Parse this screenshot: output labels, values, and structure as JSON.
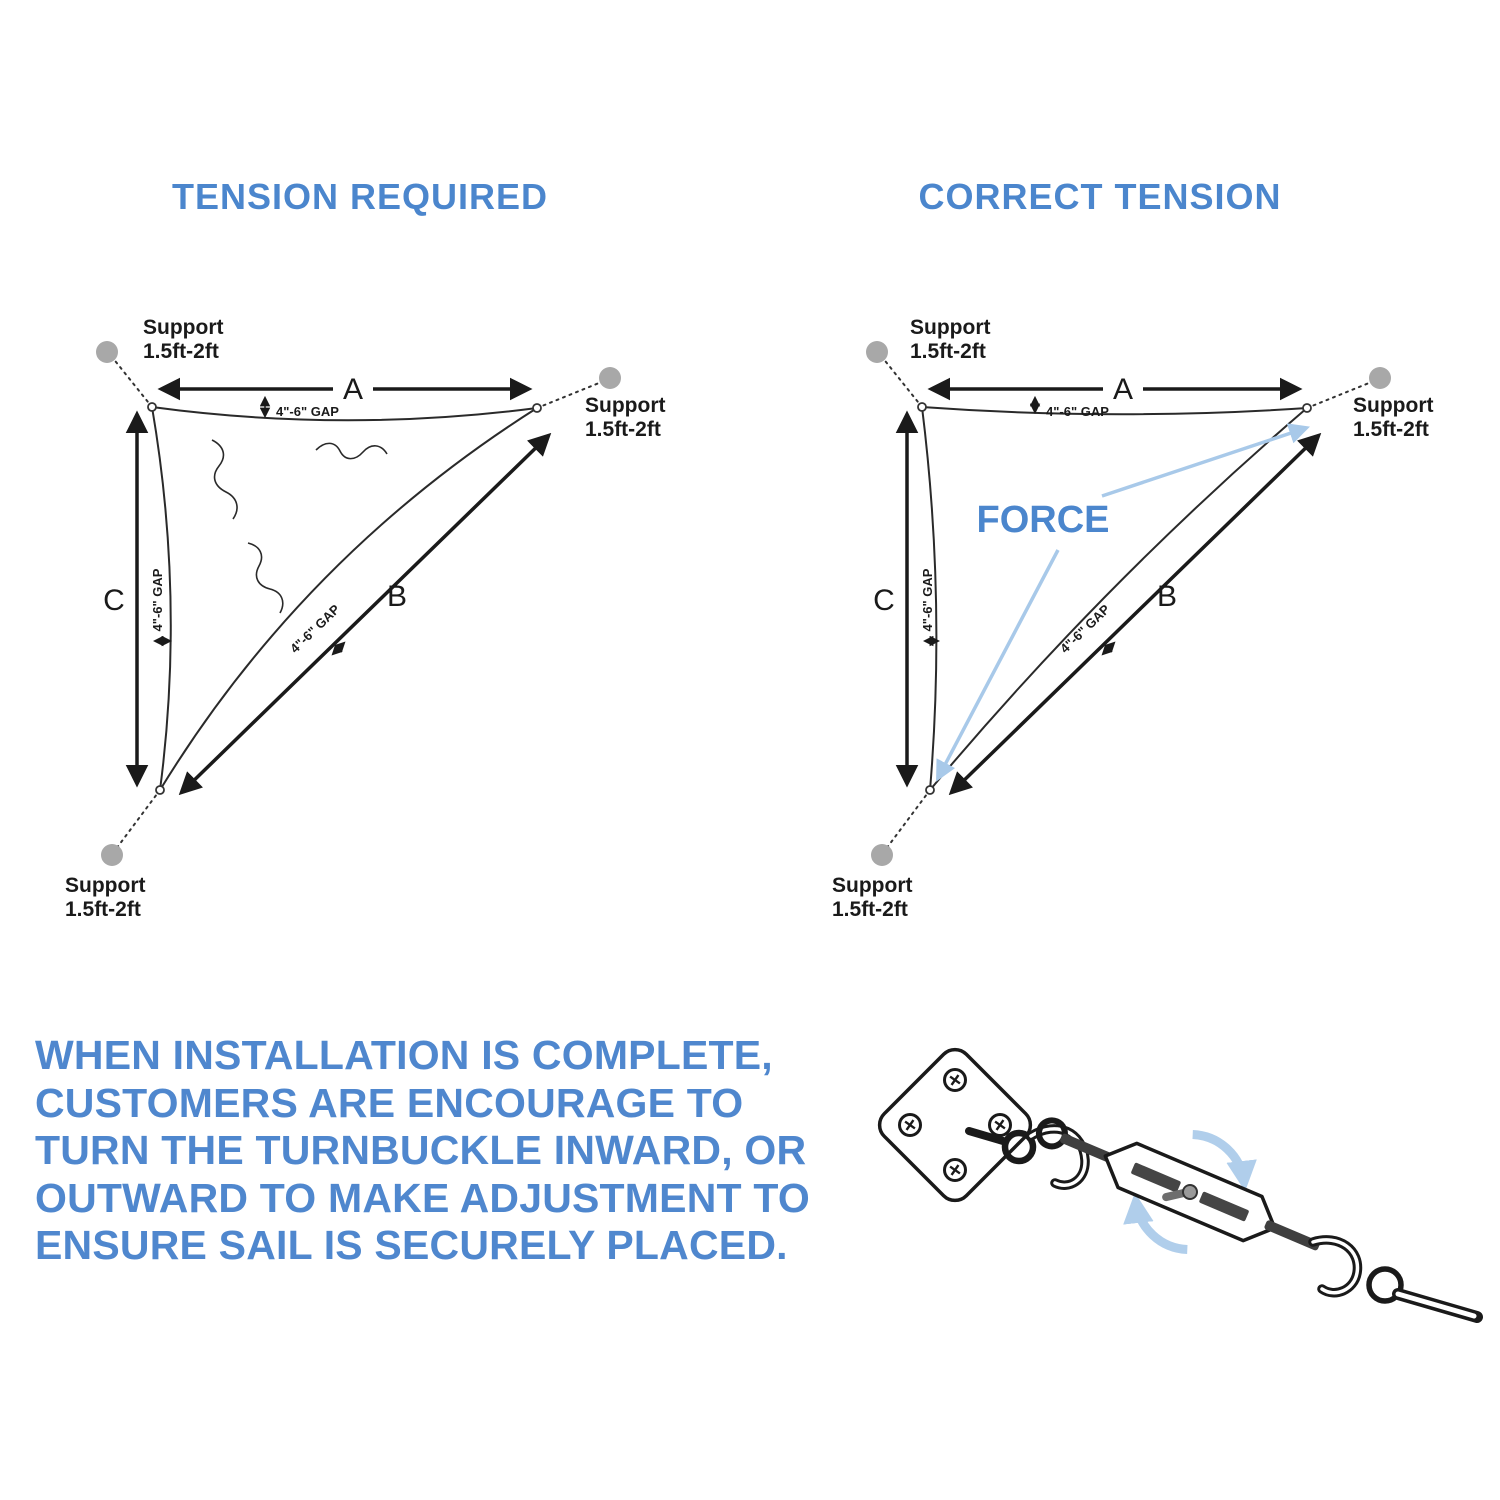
{
  "titles": {
    "left": "TENSION REQUIRED",
    "right": "CORRECT TENSION"
  },
  "diagram_left": {
    "support_top": {
      "line1": "Support",
      "line2": "1.5ft-2ft"
    },
    "support_right": {
      "line1": "Support",
      "line2": "1.5ft-2ft"
    },
    "support_bottom": {
      "line1": "Support",
      "line2": "1.5ft-2ft"
    },
    "edge_a": "A",
    "edge_b": "B",
    "edge_c": "C",
    "gap_top": "4\"-6\" GAP",
    "gap_left": "4\"-6\" GAP",
    "gap_diagonal": "4\"-6\" GAP"
  },
  "diagram_right": {
    "support_top": {
      "line1": "Support",
      "line2": "1.5ft-2ft"
    },
    "support_right": {
      "line1": "Support",
      "line2": "1.5ft-2ft"
    },
    "support_bottom": {
      "line1": "Support",
      "line2": "1.5ft-2ft"
    },
    "edge_a": "A",
    "edge_b": "B",
    "edge_c": "C",
    "gap_top": "4\"-6\" GAP",
    "gap_left": "4\"-6\" GAP",
    "gap_diagonal": "4\"-6\" GAP",
    "force": "FORCE"
  },
  "footer": {
    "lines": [
      "WHEN INSTALLATION IS COMPLETE,",
      "CUSTOMERS ARE ENCOURAGE TO",
      "TURN THE TURNBUCKLE INWARD, OR",
      "OUTWARD TO MAKE ADJUSTMENT TO",
      "ENSURE SAIL IS SECURELY PLACED."
    ]
  },
  "colors": {
    "heading_blue": "#4b86cd",
    "force_arrow_blue": "#a8c9e9",
    "line_dark": "#1a1a1a",
    "support_dot_gray": "#a8a8a8"
  }
}
